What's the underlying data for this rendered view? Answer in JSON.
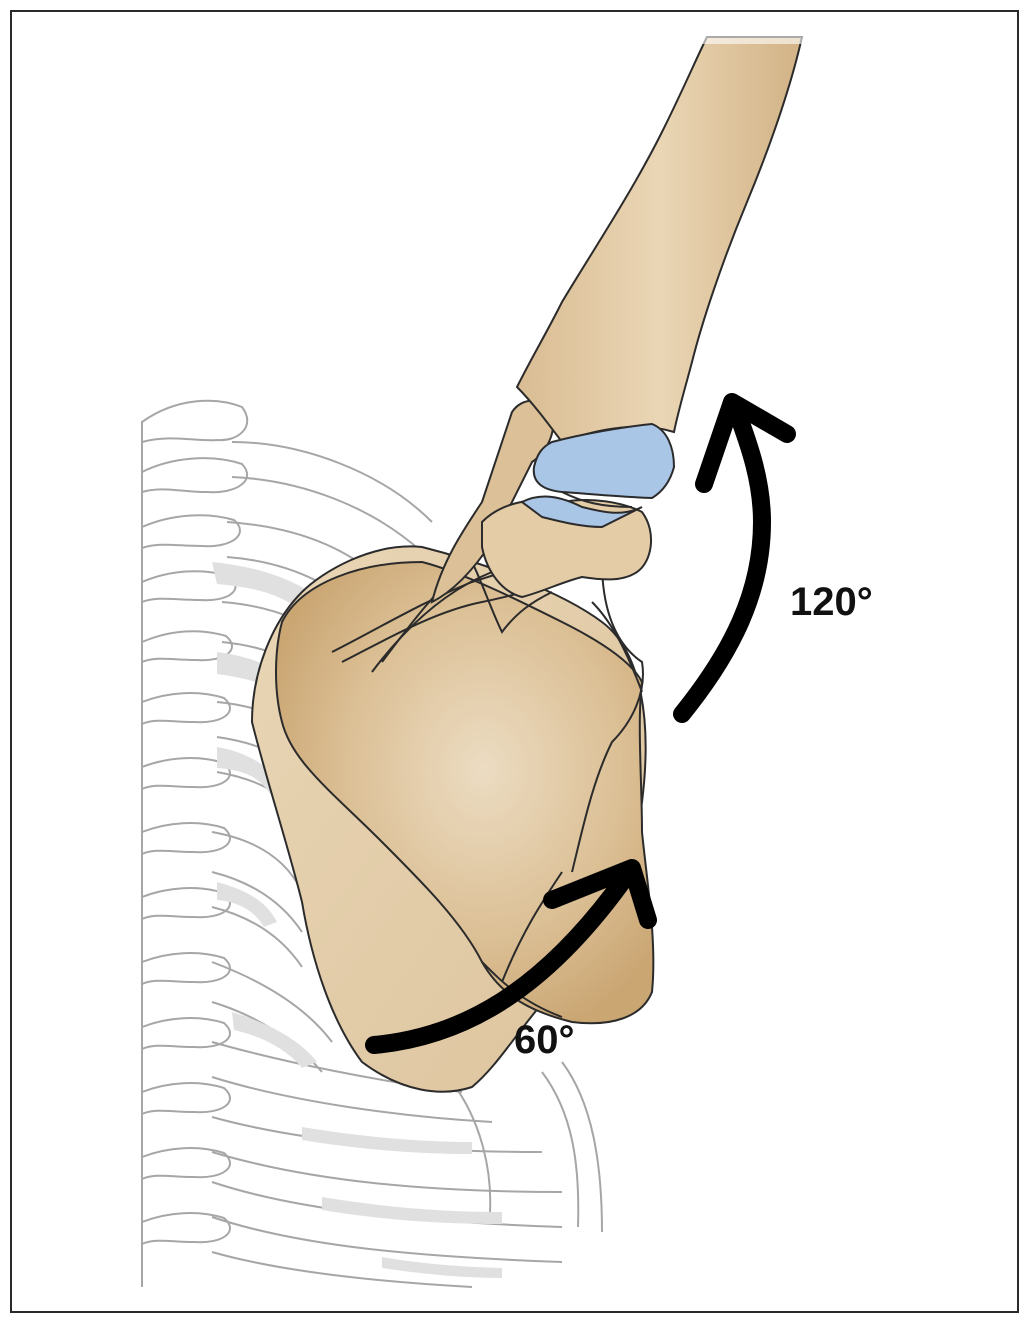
{
  "figure": {
    "labels": {
      "humerus_rotation": "120°",
      "scapula_rotation": "60°"
    },
    "angles_deg": {
      "glenohumeral": 120,
      "scapulothoracic": 60
    },
    "colors": {
      "bone": "#e3c9a0",
      "bone_shadow": "#c9a677",
      "cartilage": "#a9c6e6",
      "ribcage_line": "#a6a6a6",
      "ribcage_fill": "#e0e0e0",
      "arrow": "#000000",
      "frame": "#2a2a2a"
    }
  }
}
